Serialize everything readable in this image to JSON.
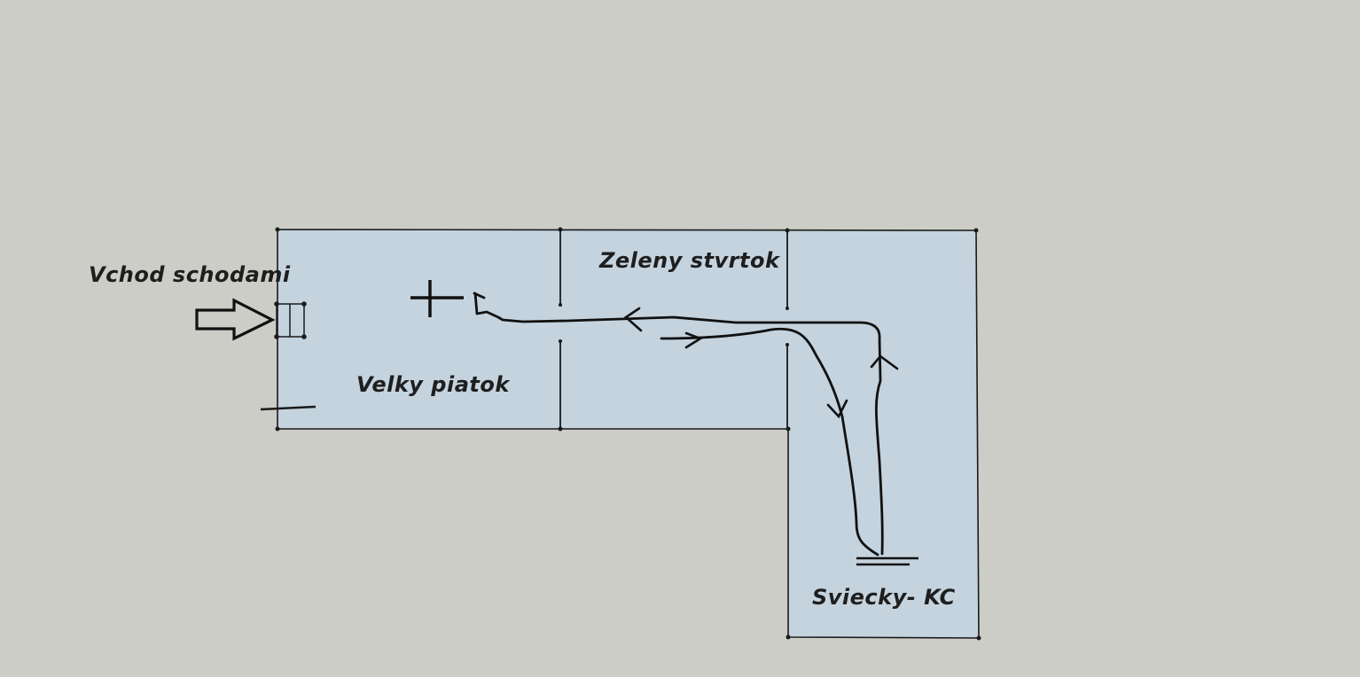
{
  "labels": {
    "entrance": "Vchod schodami",
    "room_main": "Velky piatok",
    "room_middle": "Zeleny stvrtok",
    "room_corner": "Sviecky- KC"
  },
  "colors": {
    "background": "#cdcdc8",
    "room_fill": "#c4d3de",
    "wall": "#1a1a1a",
    "path": "#111111"
  },
  "icons": {
    "entrance_arrow": "arrow-right-icon",
    "cross": "cross-icon"
  }
}
